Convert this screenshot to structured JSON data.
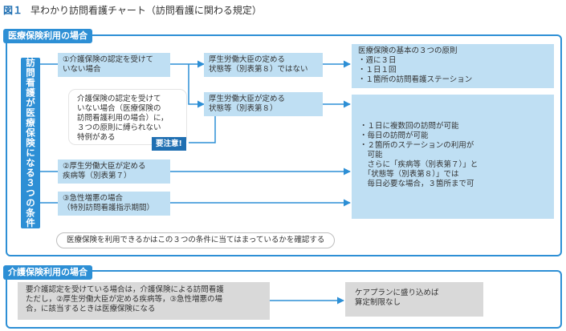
{
  "figure": {
    "number": "図１",
    "title": "早わかり訪問看護チャート（訪問看護に関わる規定）"
  },
  "medical_section": {
    "label": "医療保険利用の場合",
    "vertical_label": "訪問看護が医療保険になる３つの条件",
    "condition1": "①介護保険の認定を受けて\nいない場合",
    "exception": "介護保険の認定を受けて\nいない場合（医療保険の\n訪問看護利用の場合）に，\n３つの原則に縛られない\n特例がある",
    "warning": "要注意!",
    "condition2": "②厚生労働大臣が定める\n疾病等（別表第７）",
    "condition3": "③急性増悪の場合\n（特別訪問看護指示期間）",
    "state_not": "厚生労働大臣の定める\n状態等（別表第８）ではない",
    "state_is": "厚生労働大臣が定める\n状態等（別表第８）",
    "principles": "医療保険の基本の３つの原則\n・週に３日\n・１日１回\n・１箇所の訪問看護ステーション",
    "exceptions_result": "・１日に複数回の訪問が可能\n・毎日の訪問が可能\n・２箇所のステーションの利用が\n　可能\n　さらに「疾病等（別表第７）」と\n　「状態等（別表第８）」では\n　毎日必要な場合，３箇所まで可",
    "footnote": "医療保険を利用できるかはこの３つの条件に当てはまっているかを確認する"
  },
  "care_section": {
    "label": "介護保険利用の場合",
    "description": "要介護認定を受けている場合は，介護保険による訪問看護\nただし，②厚生労働大臣が定める疾病等，③急性増悪の場\n合，に該当するときは医療保険になる",
    "result": "ケアプランに盛り込めば\n算定制限なし"
  },
  "colors": {
    "accent": "#2d8fd5",
    "light_box": "#bfdff3",
    "dark_label": "#1f6fb2",
    "grey_box": "#d9d9d9"
  }
}
